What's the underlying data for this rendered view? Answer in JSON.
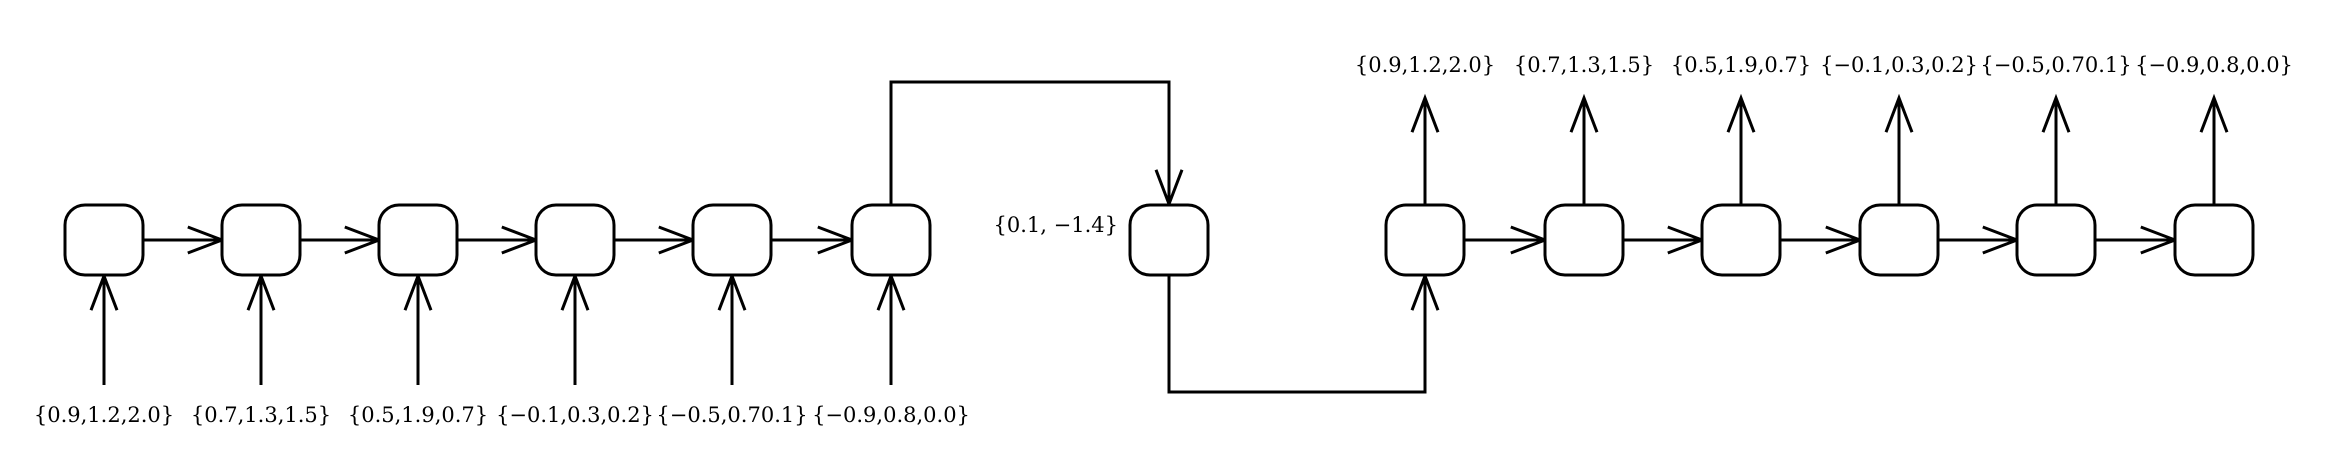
{
  "diagram": {
    "input_labels": [
      "{0.9,1.2,2.0}",
      "{0.7,1.3,1.5}",
      "{0.5,1.9,0.7}",
      "{−0.1,0.3,0.2}",
      "{−0.5,0.70.1}",
      "{−0.9,0.8,0.0}"
    ],
    "context_label": "{0.1, −1.4}",
    "output_labels": [
      "{0.9,1.2,2.0}",
      "{0.7,1.3,1.5}",
      "{0.5,1.9,0.7}",
      "{−0.1,0.3,0.2}",
      "{−0.5,0.70.1}",
      "{−0.9,0.8,0.0}"
    ]
  }
}
